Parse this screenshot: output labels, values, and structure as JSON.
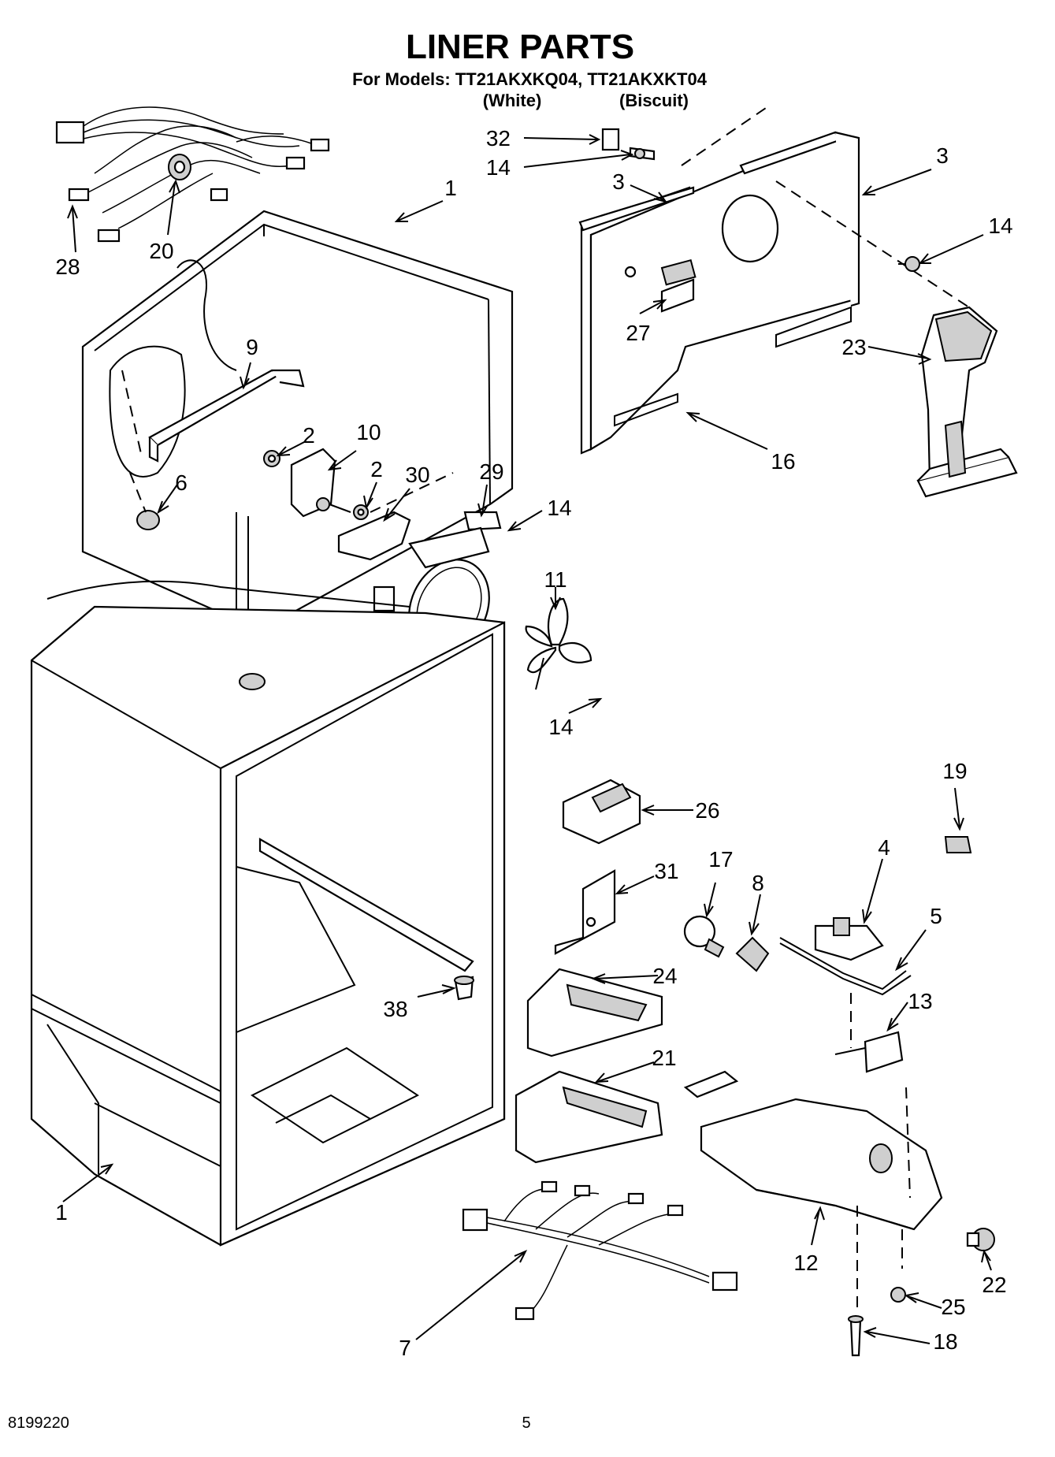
{
  "header": {
    "title": "LINER PARTS",
    "models_line": "For Models: TT21AKXKQ04, TT21AKXKT04",
    "color_white": "(White)",
    "color_biscuit": "(Biscuit)"
  },
  "callouts": {
    "c32": "32",
    "c14a": "14",
    "c3a": "3",
    "c3b": "3",
    "c14b": "14",
    "c28": "28",
    "c20": "20",
    "c1a": "1",
    "c27": "27",
    "c23": "23",
    "c9": "9",
    "c16": "16",
    "c2a": "2",
    "c10": "10",
    "c2b": "2",
    "c30": "30",
    "c29": "29",
    "c14c": "14",
    "c6": "6",
    "c11": "11",
    "c14d": "14",
    "c19": "19",
    "c26": "26",
    "c4": "4",
    "c31": "31",
    "c17": "17",
    "c8": "8",
    "c5": "5",
    "c24": "24",
    "c13": "13",
    "c38": "38",
    "c21": "21",
    "c1b": "1",
    "c12": "12",
    "c22": "22",
    "c7": "7",
    "c25": "25",
    "c18": "18"
  },
  "footer": {
    "doc_number": "8199220",
    "page_number": "5"
  }
}
